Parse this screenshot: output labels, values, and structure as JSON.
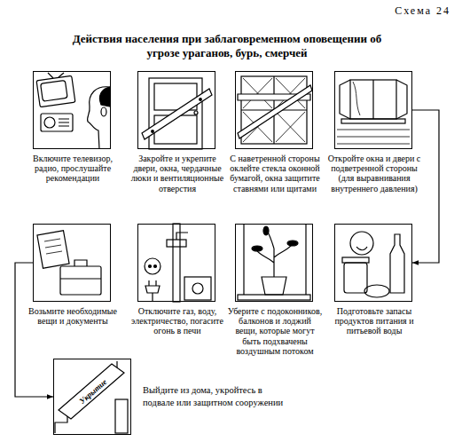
{
  "diagram": {
    "title": "Действия населения при заблаговременном оповещении об угрозе ураганов, бурь, смерчей",
    "nodes": [
      {
        "text": [
          "Включите телевизор, радио, прослушайте рекомендации"
        ]
      },
      {
        "text": [
          "Закройте и укрепите двери, окна, чердачные люки и вентиляционные отверстия"
        ]
      },
      {
        "text": [
          "С наветренной стороны оклейте стекла оконной бумагой, окна защитите ставнями или щитами"
        ]
      },
      {
        "text": [
          "Откройте окна и двери с подветренной стороны (для выравнивания внутреннего давления)"
        ]
      },
      {
        "text": [
          "Подготовьте запасы продуктов питания и питьевой воды"
        ]
      },
      {
        "text": [
          "Уберите с подоконников, балконов и лоджий вещи, которые могут быть подхвачены воздушным потоком"
        ]
      },
      {
        "text": [
          "Отключите газ, воду, электричество, погасите огонь в печи"
        ]
      },
      {
        "text": [
          "Возьмите необходимые вещи и документы"
        ]
      },
      {
        "text": [
          "Укрытие",
          "Выйдите из дома, укройтесь в подвале или защитном сооружении"
        ]
      }
    ],
    "edges": [
      {
        "from": 3,
        "to": 4,
        "arrow": "to"
      },
      {
        "from": 7,
        "to": 8,
        "arrow": "to"
      }
    ],
    "labels": [
      "Схема 24"
    ]
  }
}
